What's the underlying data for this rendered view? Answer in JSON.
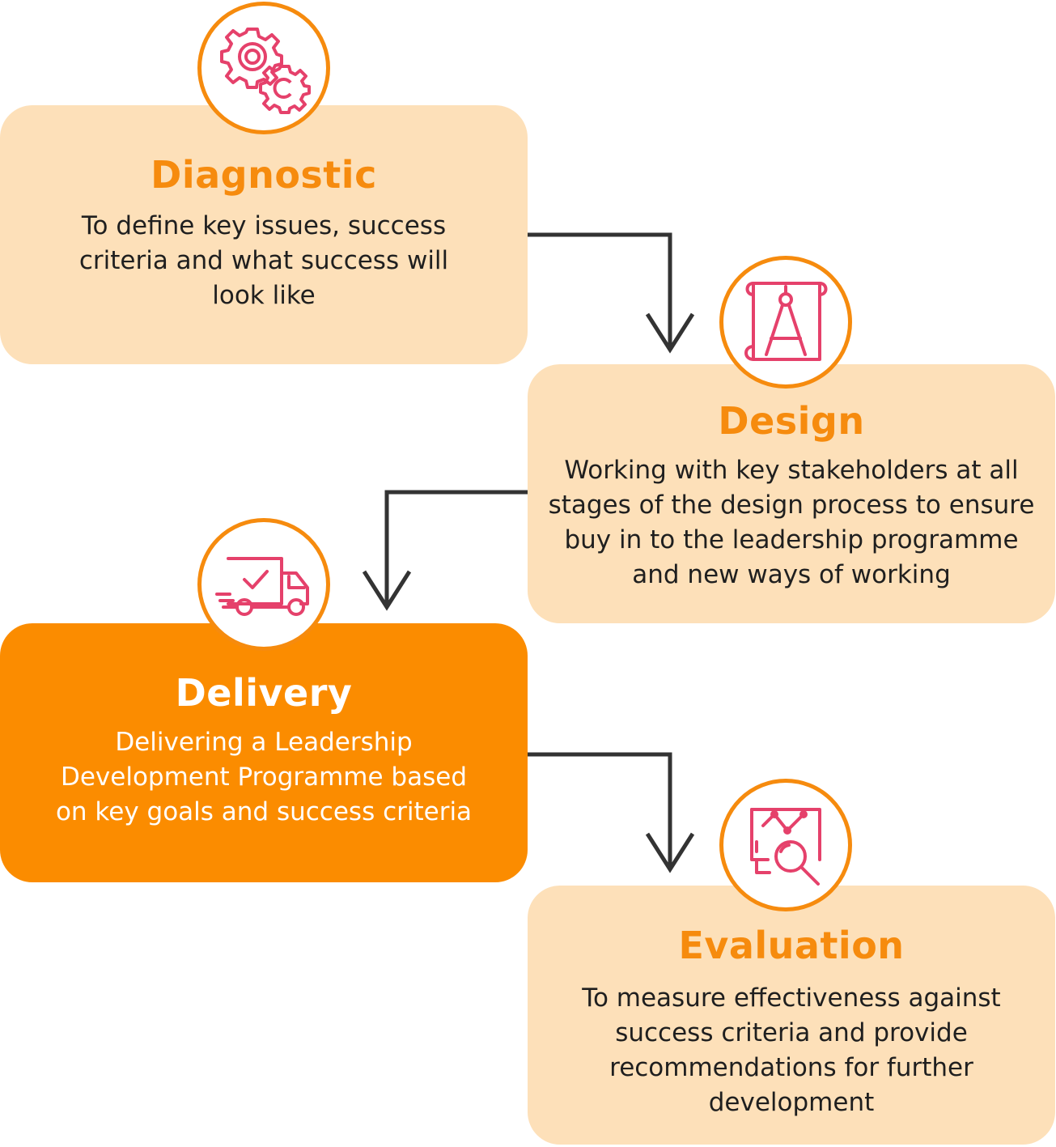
{
  "steps": [
    {
      "title": "Diagnostic",
      "icon": "gears-icon",
      "description": "To define key issues, success criteria and what success will look like"
    },
    {
      "title": "Design",
      "icon": "blueprint-compass-icon",
      "description": "Working with key stakeholders at all stages of the design process to ensure buy in to the leadership programme and new ways of working"
    },
    {
      "title": "Delivery",
      "icon": "delivery-truck-icon",
      "description": "Delivering a Leadership Development Programme based on key goals and success criteria"
    },
    {
      "title": "Evaluation",
      "icon": "monitor-analysis-icon",
      "description": "To measure effectiveness against success criteria and provide recommendations for further development"
    }
  ],
  "colors": {
    "accent": "#f68b0e",
    "highlight_card": "#fb8c00",
    "card": "#fde0b9",
    "icon": "#e5416b",
    "connector": "#333333"
  }
}
